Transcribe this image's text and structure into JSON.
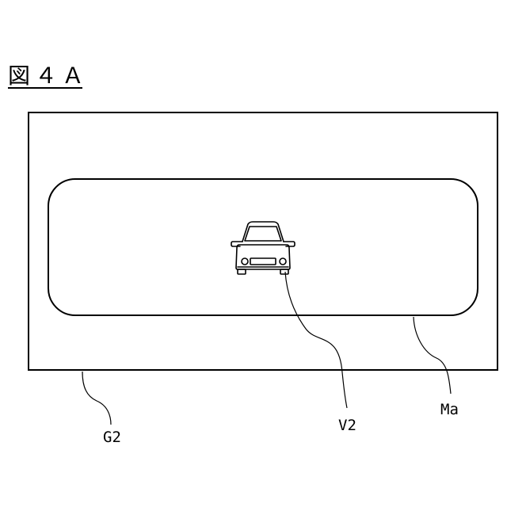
{
  "figure": {
    "title": "図４Ａ",
    "labels": {
      "g2": "G2",
      "v2": "V2",
      "ma": "Ma"
    },
    "colors": {
      "ink": "#000000",
      "paper": "#ffffff"
    },
    "icon": "car-front-icon"
  }
}
